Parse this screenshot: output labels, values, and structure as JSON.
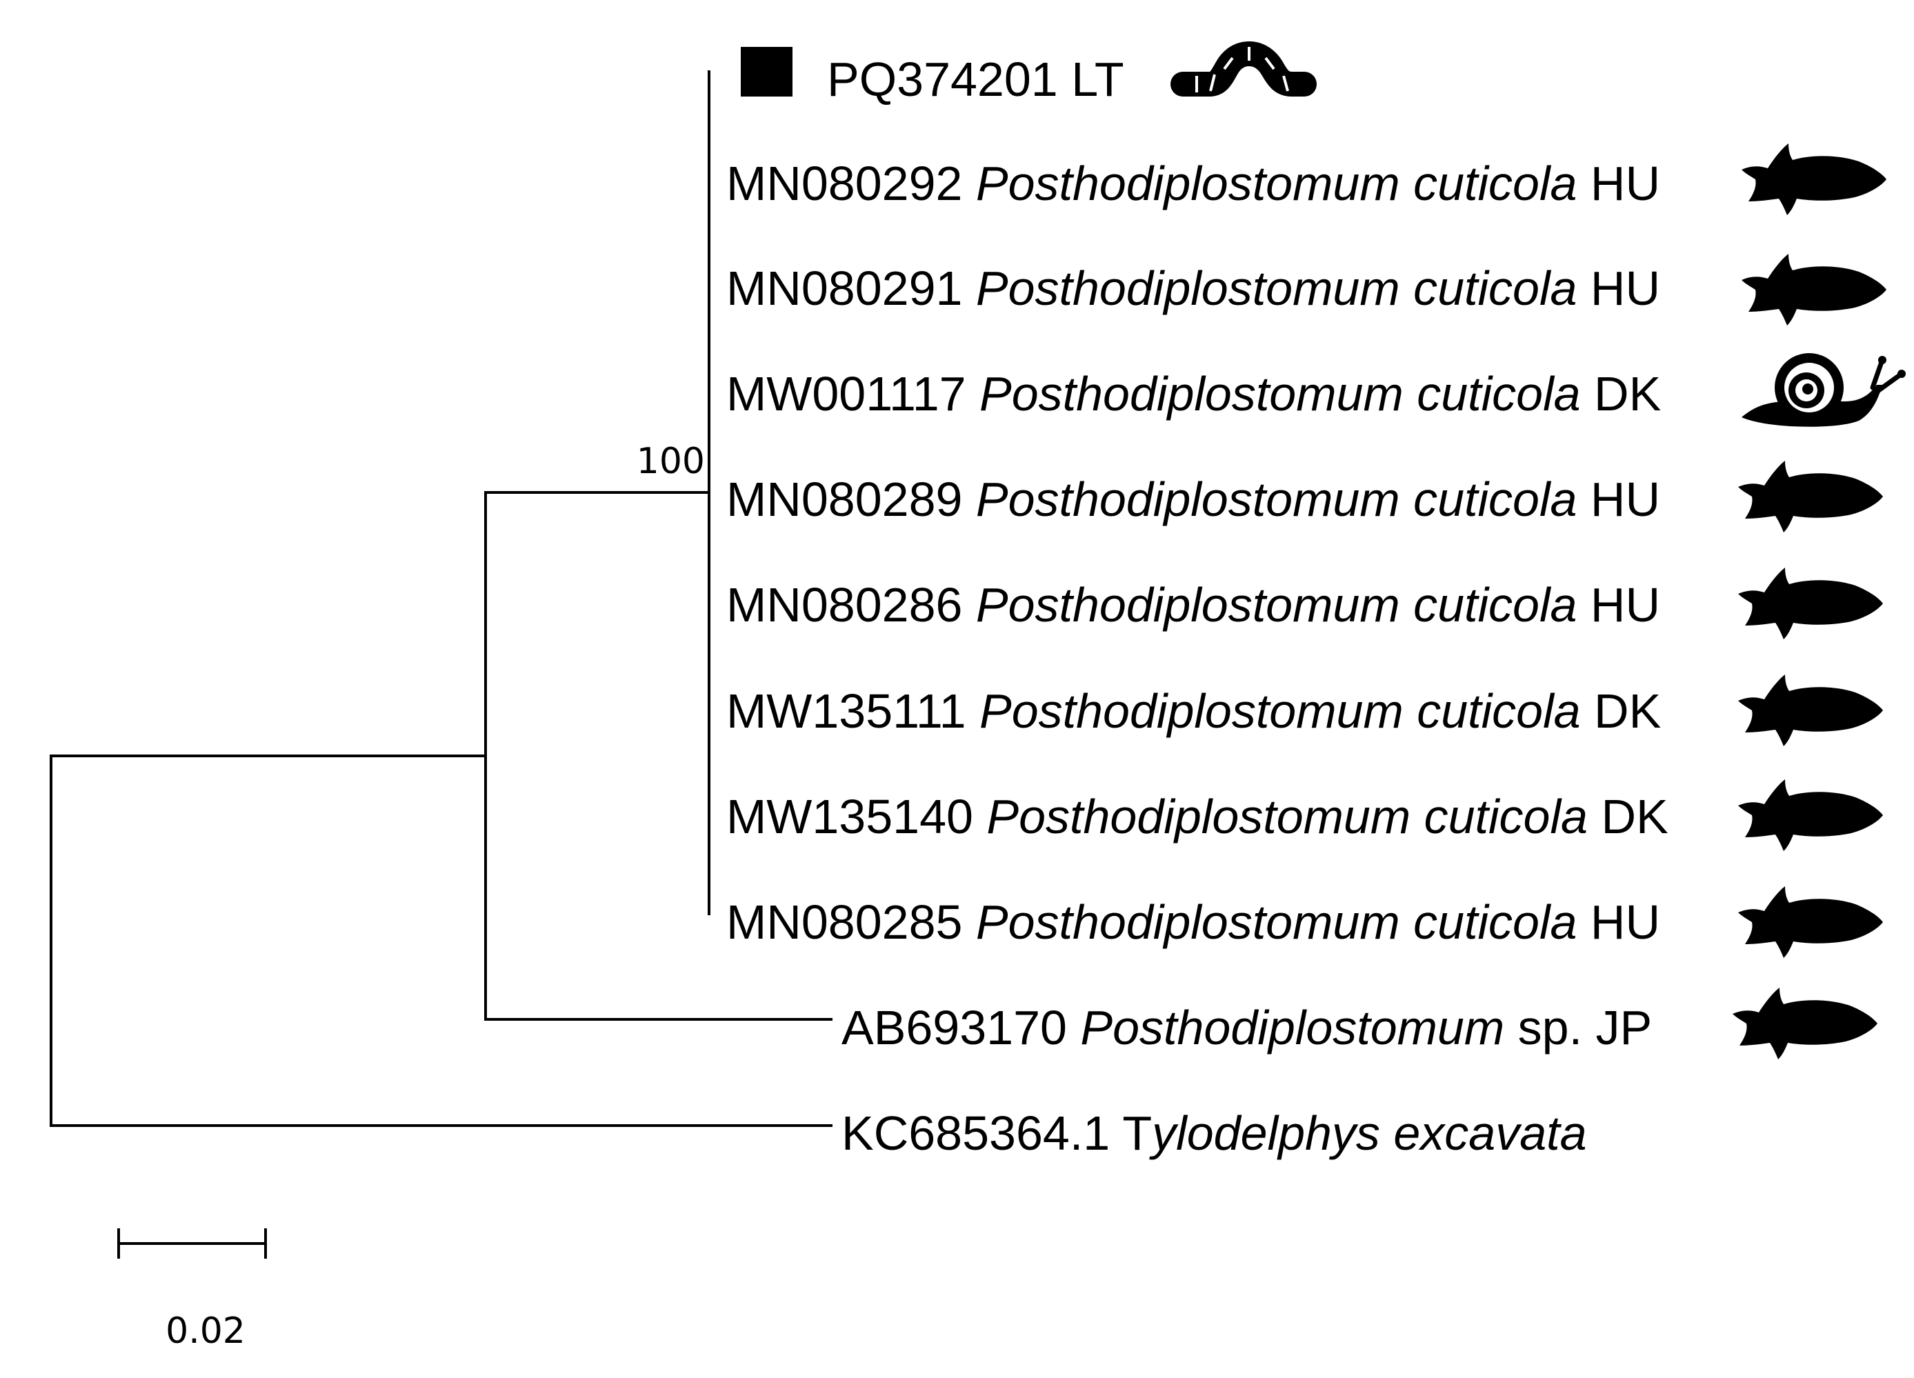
{
  "tree": {
    "bootstrap": "100",
    "scale_bar": {
      "label": "0.02"
    },
    "taxa": [
      {
        "accession": "PQ374201",
        "name_pre": "",
        "name_italic": "",
        "country": "LT",
        "host_icon": "worm-icon",
        "marker": "filled-square"
      },
      {
        "accession": "MN080292",
        "name_pre": "",
        "name_italic": "Posthodiplostomum cuticola",
        "country": "HU",
        "host_icon": "fish-icon"
      },
      {
        "accession": "MN080291",
        "name_pre": "",
        "name_italic": "Posthodiplostomum cuticola",
        "country": "HU",
        "host_icon": "fish-icon"
      },
      {
        "accession": "MW001117",
        "name_pre": "",
        "name_italic": "Posthodiplostomum cuticola",
        "country": "DK",
        "host_icon": "snail-icon"
      },
      {
        "accession": "MN080289",
        "name_pre": "",
        "name_italic": "Posthodiplostomum cuticola",
        "country": "HU",
        "host_icon": "fish-icon"
      },
      {
        "accession": "MN080286",
        "name_pre": "",
        "name_italic": "Posthodiplostomum cuticola",
        "country": "HU",
        "host_icon": "fish-icon"
      },
      {
        "accession": "MW135111",
        "name_pre": "",
        "name_italic": "Posthodiplostomum cuticola",
        "country": "DK",
        "host_icon": "fish-icon"
      },
      {
        "accession": "MW135140",
        "name_pre": "",
        "name_italic": "Posthodiplostomum cuticola",
        "country": "DK",
        "host_icon": "fish-icon"
      },
      {
        "accession": "MN080285",
        "name_pre": "",
        "name_italic": "Posthodiplostomum cuticola",
        "country": "HU",
        "host_icon": "fish-icon"
      },
      {
        "accession": "AB693170",
        "name_pre": "",
        "name_italic": "Posthodiplostomum",
        "country": "sp. JP",
        "host_icon": "fish-icon"
      },
      {
        "accession": "KC685364.1",
        "name_pre": "T",
        "name_italic": "ylodelphys excavata",
        "country": "",
        "host_icon": ""
      }
    ]
  }
}
